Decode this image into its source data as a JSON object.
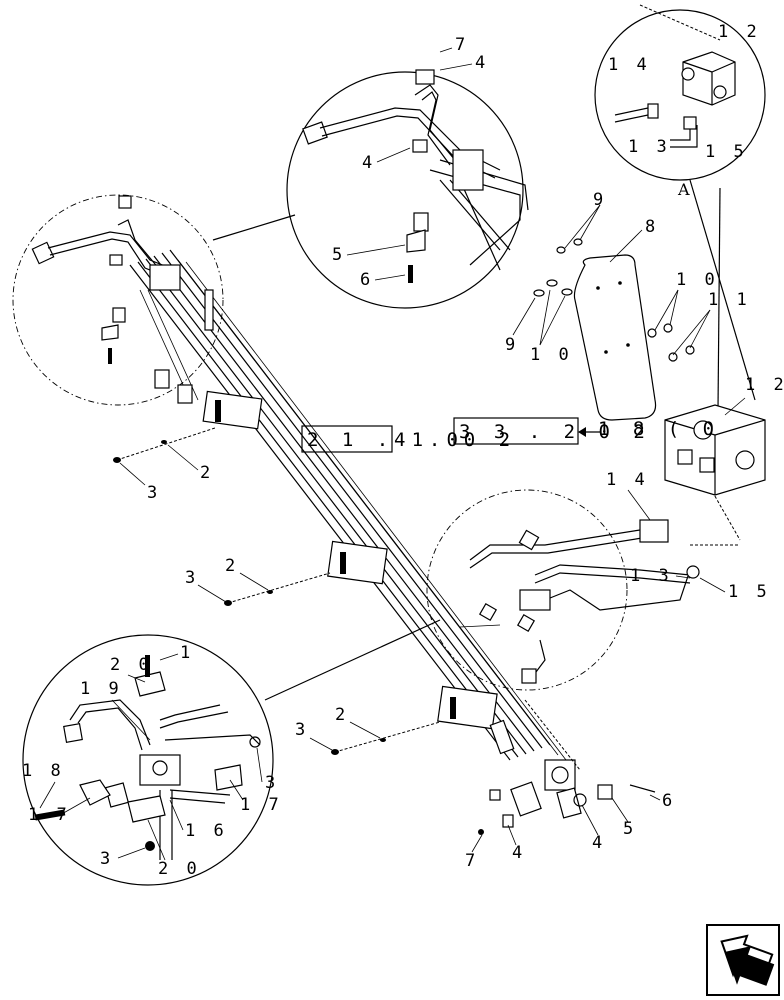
{
  "callouts": {
    "d1_7": "7",
    "d1_4a": "4",
    "d1_4b": "4",
    "d1_5": "5",
    "d1_6": "6",
    "a_12": "1 2",
    "a_14": "1 4",
    "a_13": "1 3",
    "a_15": "1 5",
    "a_letter": "A",
    "c_9a": "9",
    "c_8": "8",
    "c_10a": "1 0",
    "c_11": "1 1",
    "c_9b": "9",
    "c_10b": "1 0",
    "c_12": "1 2",
    "c_18": "1 8 ( 0",
    "m_2a": "2",
    "m_3a": "3",
    "m_2b": "2",
    "m_3b": "3",
    "m_2c": "2",
    "m_3c": "3",
    "r_14": "1 4",
    "r_13": "1 3",
    "r_15": "1 5",
    "b_6": "6",
    "b_5": "5",
    "b_4a": "4",
    "b_4b": "4",
    "b_7": "7",
    "l_1": "1",
    "l_20a": "2 0",
    "l_19": "1 9",
    "l_18": "1 8",
    "l_17a": "1 7",
    "l_16": "1 6",
    "l_17b": "1 7",
    "l_3a": "3",
    "l_3b": "3",
    "l_20b": "2 0"
  },
  "refs": {
    "left_box": "2 1 . 1 0",
    "left_tail": "4 . 0 2",
    "right_box": "3 3 . 2 0 2"
  },
  "nav_icon": "next-page-arrow-icon"
}
